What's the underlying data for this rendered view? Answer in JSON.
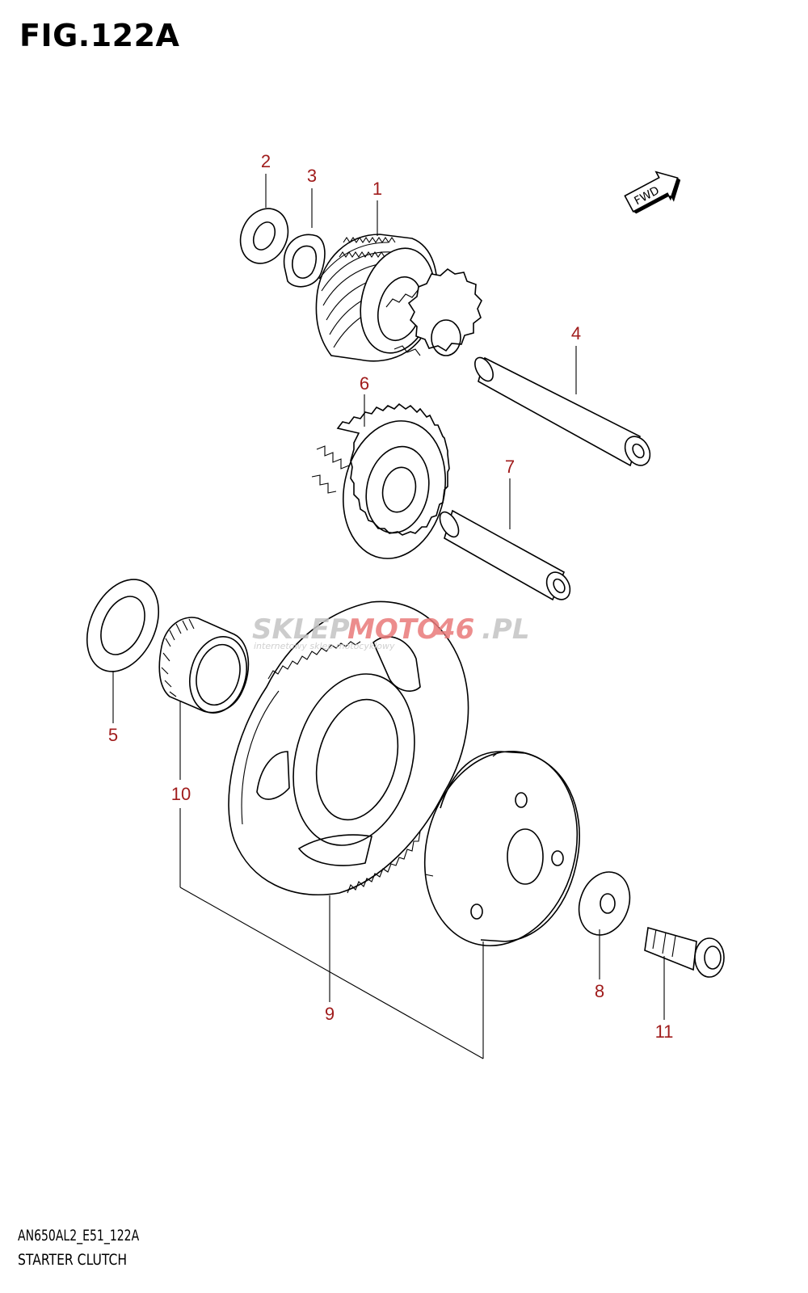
{
  "figure": {
    "title": "FIG.122A",
    "code": "AN650AL2_E51_122A",
    "name": "STARTER CLUTCH"
  },
  "direction_badge": "FWD",
  "watermark": {
    "brand_first": "SKLEP",
    "brand_second": "MOTO",
    "brand_number": "46",
    "brand_suffix": ".PL",
    "tagline": "internetowy sklep motocyklowy"
  },
  "callouts": [
    {
      "id": "1",
      "label": "1"
    },
    {
      "id": "2",
      "label": "2"
    },
    {
      "id": "3",
      "label": "3"
    },
    {
      "id": "4",
      "label": "4"
    },
    {
      "id": "5",
      "label": "5"
    },
    {
      "id": "6",
      "label": "6"
    },
    {
      "id": "7",
      "label": "7"
    },
    {
      "id": "8",
      "label": "8"
    },
    {
      "id": "9",
      "label": "9"
    },
    {
      "id": "10",
      "label": "10"
    },
    {
      "id": "11",
      "label": "11"
    }
  ],
  "colors": {
    "callout": "#a01c1c",
    "watermark_gray": "#bdbdbd",
    "watermark_red": "#e14b4b"
  }
}
